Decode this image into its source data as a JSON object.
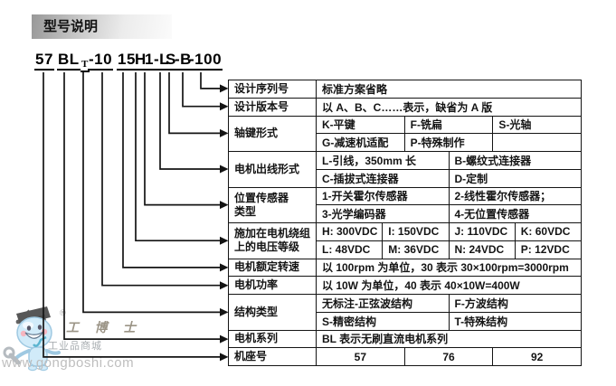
{
  "title": "型号说明",
  "model_code": {
    "parts": [
      "57",
      "BL",
      "T",
      "-10",
      "15",
      "H",
      "1-L",
      "S",
      "-B",
      "-100"
    ]
  },
  "table": {
    "rows": [
      {
        "label": "设计序列号",
        "cells": [
          [
            "标准方案省略"
          ]
        ]
      },
      {
        "label": "设计版本号",
        "cells": [
          [
            "以 A、B、C……表示，缺省为 A 版"
          ]
        ]
      },
      {
        "label": "轴键形式",
        "cells": [
          [
            "K-平键",
            "F-铣扁",
            "S-光轴"
          ],
          [
            "G-减速机适配",
            "P-特殊制作",
            ""
          ]
        ]
      },
      {
        "label": "电机出线形式",
        "cells": [
          [
            "L-引线，350mm 长",
            "B-螺纹式连接器"
          ],
          [
            "C-插拔式连接器",
            "D-定制"
          ]
        ]
      },
      {
        "label": "位置传感器",
        "label2": "类型",
        "cells": [
          [
            "1-开关霍尔传感器",
            "2-线性霍尔传感器；"
          ],
          [
            "3-光学编码器",
            "4-无位置传感器"
          ]
        ]
      },
      {
        "label": "施加在电机绕组",
        "label2": "上的电压等级",
        "cells": [
          [
            "H: 300VDC",
            "I: 150VDC",
            "J: 110VDC",
            "K: 60VDC"
          ],
          [
            "L: 48VDC",
            "M: 36VDC",
            "N: 24VDC",
            "P: 12VDC"
          ]
        ]
      },
      {
        "label": "电机额定转速",
        "cells": [
          [
            "以 100rpm 为单位，30 表示 30×100rpm=3000rpm"
          ]
        ]
      },
      {
        "label": "电机功率",
        "cells": [
          [
            "以 10W 为单位，40 表示 40×10W=400W"
          ]
        ]
      },
      {
        "label": "结构类型",
        "cells": [
          [
            "无标注-正弦波结构",
            "F-方波结构"
          ],
          [
            "S-精密结构",
            "T-特殊结构"
          ]
        ]
      },
      {
        "label": "电机系列",
        "cells": [
          [
            "BL 表示无刷直流电机系列"
          ]
        ]
      },
      {
        "label": "机座号",
        "cells": [
          [
            "57",
            "76",
            "92"
          ]
        ]
      }
    ]
  },
  "watermark": {
    "registered_mark": "®",
    "brand": "工 博 士",
    "tagline": "工业品商城",
    "url": "www.gongboshi.com"
  },
  "colors": {
    "line": "#141414",
    "mascot_blue": "#c9e8f9",
    "swoosh_teal": "#3fa8c8"
  }
}
